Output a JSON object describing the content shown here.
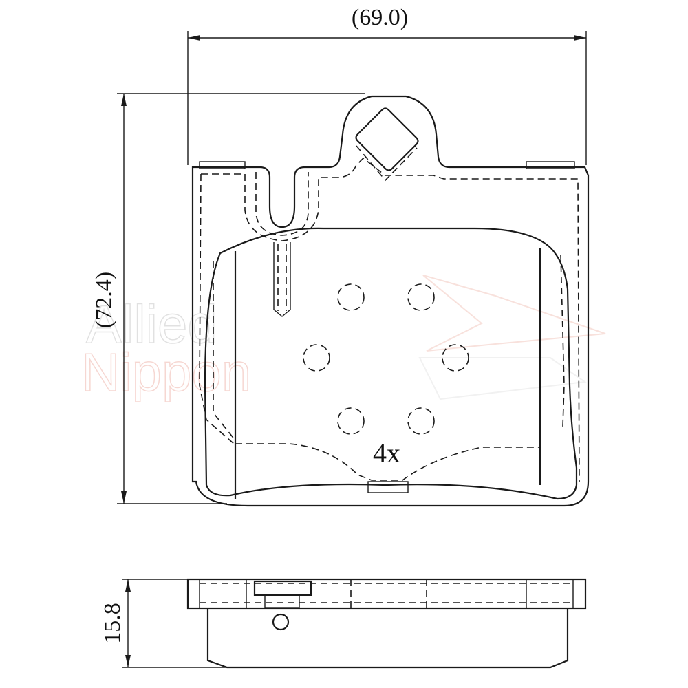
{
  "dimensions": {
    "width": "(69.0)",
    "height": "(72.4)",
    "thickness": "15.8"
  },
  "annotations": {
    "hole_count": "4x"
  },
  "watermark": {
    "line1": "Allied",
    "line2": "Nippon",
    "colors": {
      "outline": "#c8c8c8",
      "accent": "#f3c9c0"
    }
  },
  "colors": {
    "line": "#1a1a1a",
    "background": "#ffffff"
  }
}
